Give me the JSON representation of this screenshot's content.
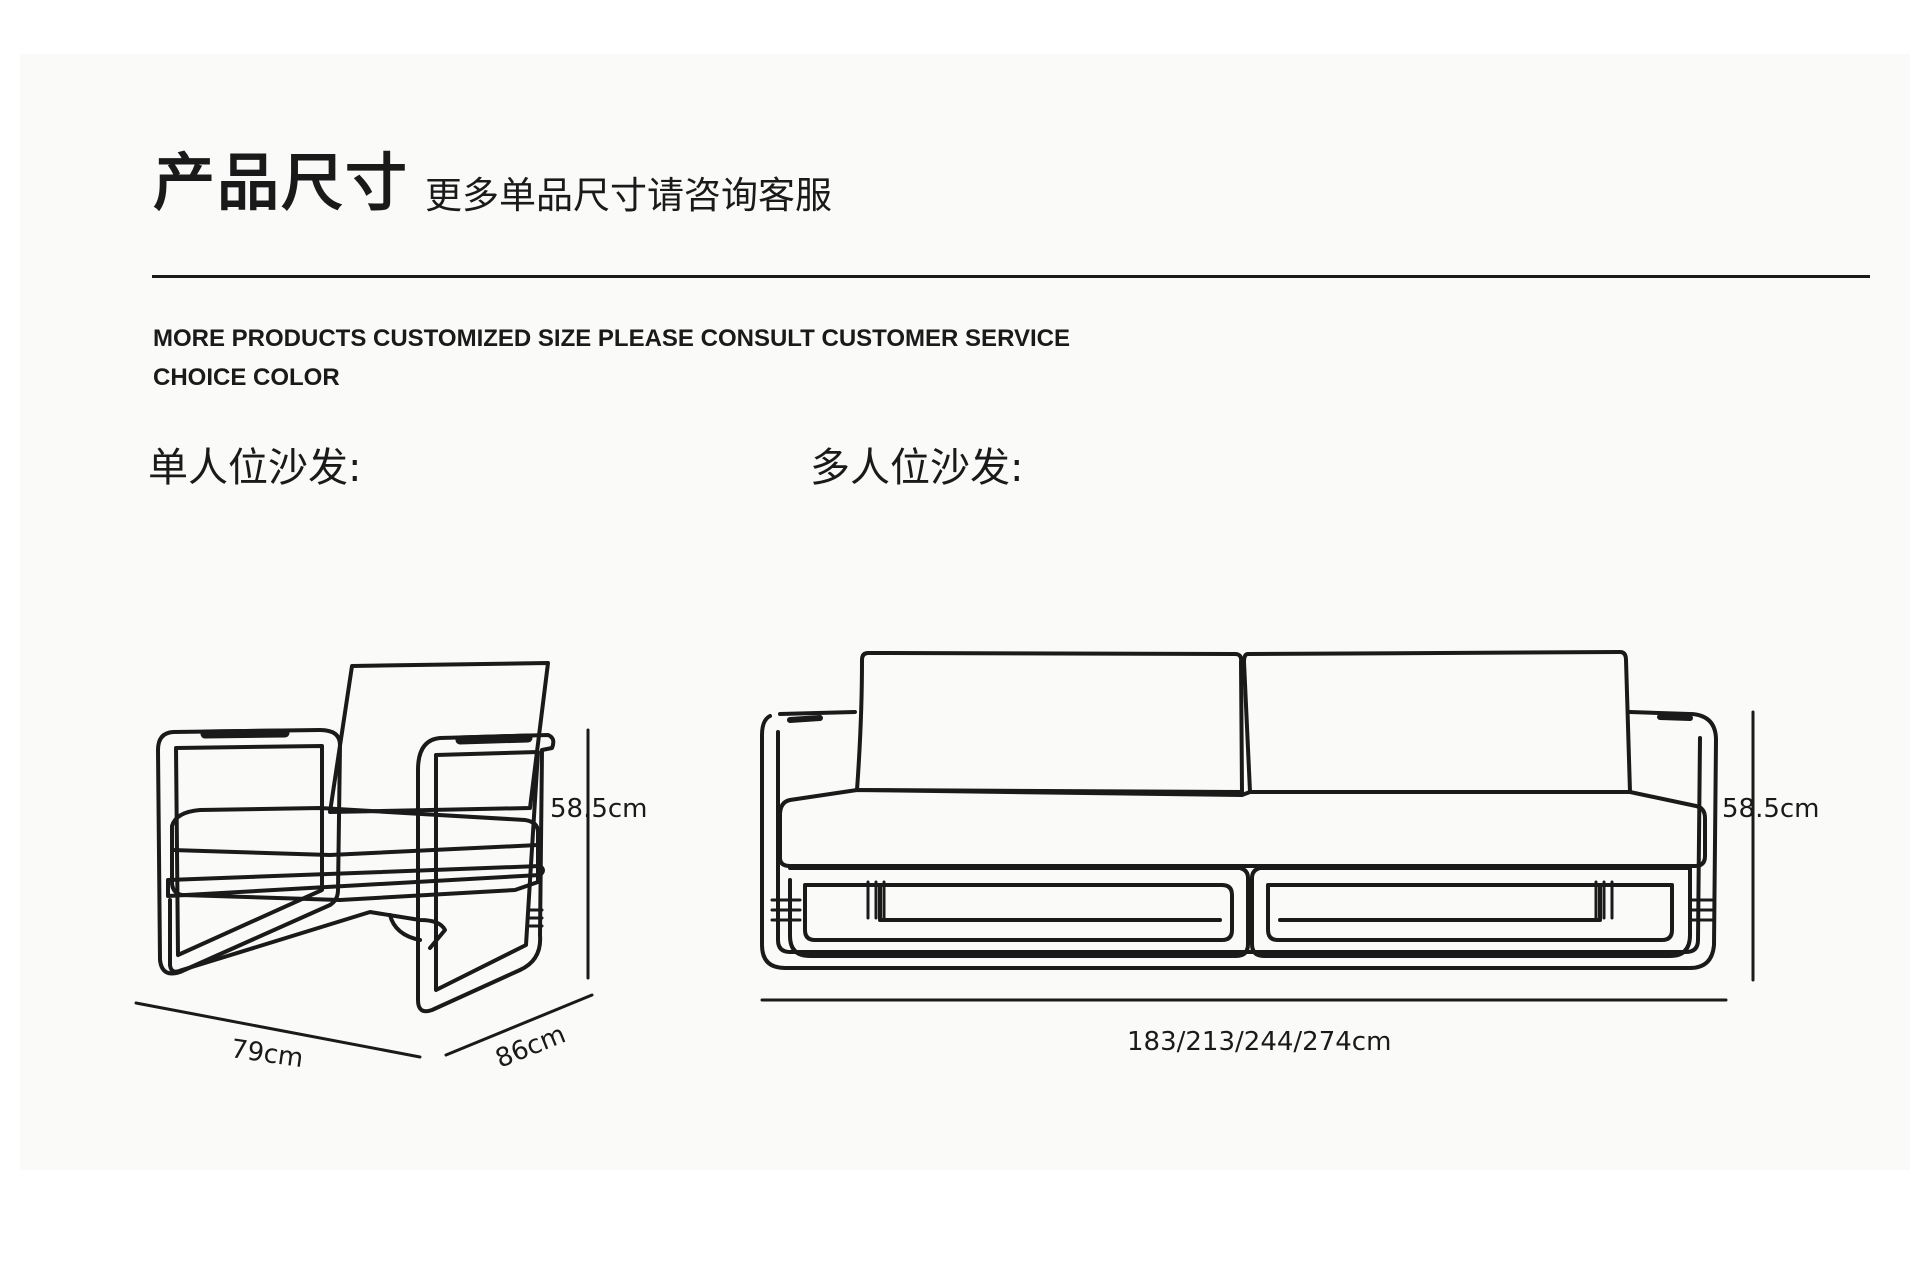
{
  "header": {
    "title": "产品尺寸",
    "subtitle": "更多单品尺寸请咨询客服"
  },
  "notes": {
    "line1": "MORE PRODUCTS CUSTOMIZED SIZE PLEASE CONSULT CUSTOMER SERVICE",
    "line2": "CHOICE COLOR"
  },
  "single_sofa": {
    "label": "单人位沙发:",
    "height": "58.5cm",
    "width": "79cm",
    "depth": "86cm"
  },
  "multi_sofa": {
    "label": "多人位沙发:",
    "height": "58.5cm",
    "length": "183/213/244/274cm"
  },
  "colors": {
    "line": "#1a1a1a",
    "panel": "#fafaf9",
    "background": "#ffffff"
  }
}
